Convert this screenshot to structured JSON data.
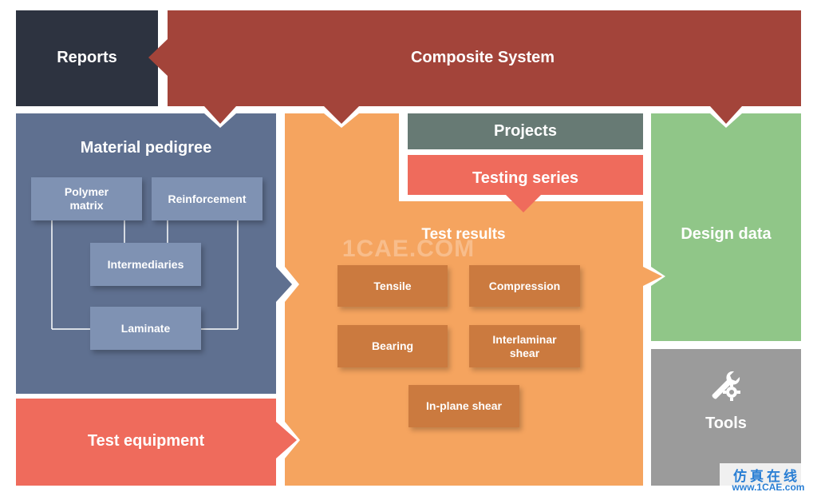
{
  "colors": {
    "reports": "#2d3340",
    "composite_system": "#a3443a",
    "material_pedigree": "#5f7090",
    "test_equipment": "#ef6b5c",
    "test_results": "#f5a45f",
    "projects": "#677a74",
    "testing_series": "#ef6b5c",
    "design_data": "#90c688",
    "tools": "#9b9b9b"
  },
  "blocks": {
    "reports": "Reports",
    "composite_system": "Composite System",
    "material_pedigree": "Material pedigree",
    "test_equipment": "Test equipment",
    "test_results": "Test results",
    "projects": "Projects",
    "testing_series": "Testing series",
    "design_data": "Design data",
    "tools": "Tools"
  },
  "material_items": {
    "polymer_matrix": "Polymer\nmatrix",
    "reinforcement": "Reinforcement",
    "intermediaries": "Intermediaries",
    "laminate": "Laminate"
  },
  "test_items": {
    "tensile": "Tensile",
    "compression": "Compression",
    "bearing": "Bearing",
    "interlaminar_shear": "Interlaminar\nshear",
    "in_plane_shear": "In-plane shear"
  },
  "icons": {
    "tools": "wrench-gear-icon"
  },
  "watermarks": {
    "center": "1CAE.COM",
    "corner_cn": "仿真在线",
    "corner_url": "www.1CAE.com"
  }
}
